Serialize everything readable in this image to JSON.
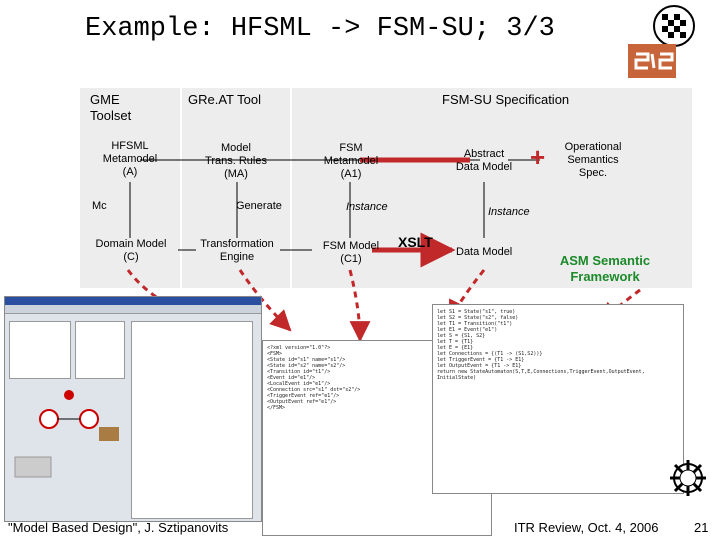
{
  "slide": {
    "title": "Example: HFSML -> FSM-SU; 3/3",
    "page_number": "21",
    "footer_left": "\"Model Based Design\", J. Sztipanovits",
    "footer_right": "ITR Review, Oct. 4, 2006"
  },
  "columns": {
    "gme": {
      "title": "GME\nToolset",
      "metamodel": "HFSML\nMetamodel\n(A)",
      "mc": "Mc",
      "model": "Domain Model\n(C)"
    },
    "great": {
      "title": "GRe.AT Tool",
      "rules": "Model\nTrans. Rules\n(MA)",
      "generate": "Generate",
      "engine": "Transformation\nEngine"
    },
    "fsm": {
      "title": "FSM-SU Specification",
      "metamodel": "FSM\nMetamodel\n(A1)",
      "instance": "Instance",
      "model": "FSM Model\n(C1)",
      "xslt": "XSLT"
    },
    "abstract": {
      "label": "Abstract\nData Model",
      "plus": "+",
      "semantics": "Operational\nSemantics\nSpec.",
      "instance": "Instance",
      "data_model": "Data Model",
      "framework": "ASM Semantic\nFramework"
    }
  },
  "code_asm": [
    "let S1 = State(\"s1\", true)",
    "let S2 = State(\"s2\", false)",
    "let T1 = Transition(\"t1\")",
    "let E1 = Event(\"e1\")",
    "let S = {S1, S2}",
    "let T = {T1}",
    "let E = {E1}",
    "let Connections = {(T1 -> (S1,S2))}",
    "let TriggerEvent = {T1 -> E1}",
    "let OutputEvent = {T1 -> E1}",
    "return new StateAutomaton(S,T,E,Connections,TriggerEvent,OutputEvent,",
    "InitialState)"
  ],
  "code_xml": [
    "<?xml version=\"1.0\"?>",
    "<FSM>",
    " <State id=\"s1\" name=\"s1\"/>",
    " <State id=\"s2\" name=\"s2\"/>",
    " <Transition id=\"t1\"/>",
    " <Event id=\"e1\"/>",
    " <LocalEvent id=\"e1\"/>",
    " <Connection src=\"s1\" dst=\"s2\"/>",
    " <TriggerEvent ref=\"e1\"/>",
    " <OutputEvent ref=\"e1\"/>",
    "</FSM>"
  ]
}
